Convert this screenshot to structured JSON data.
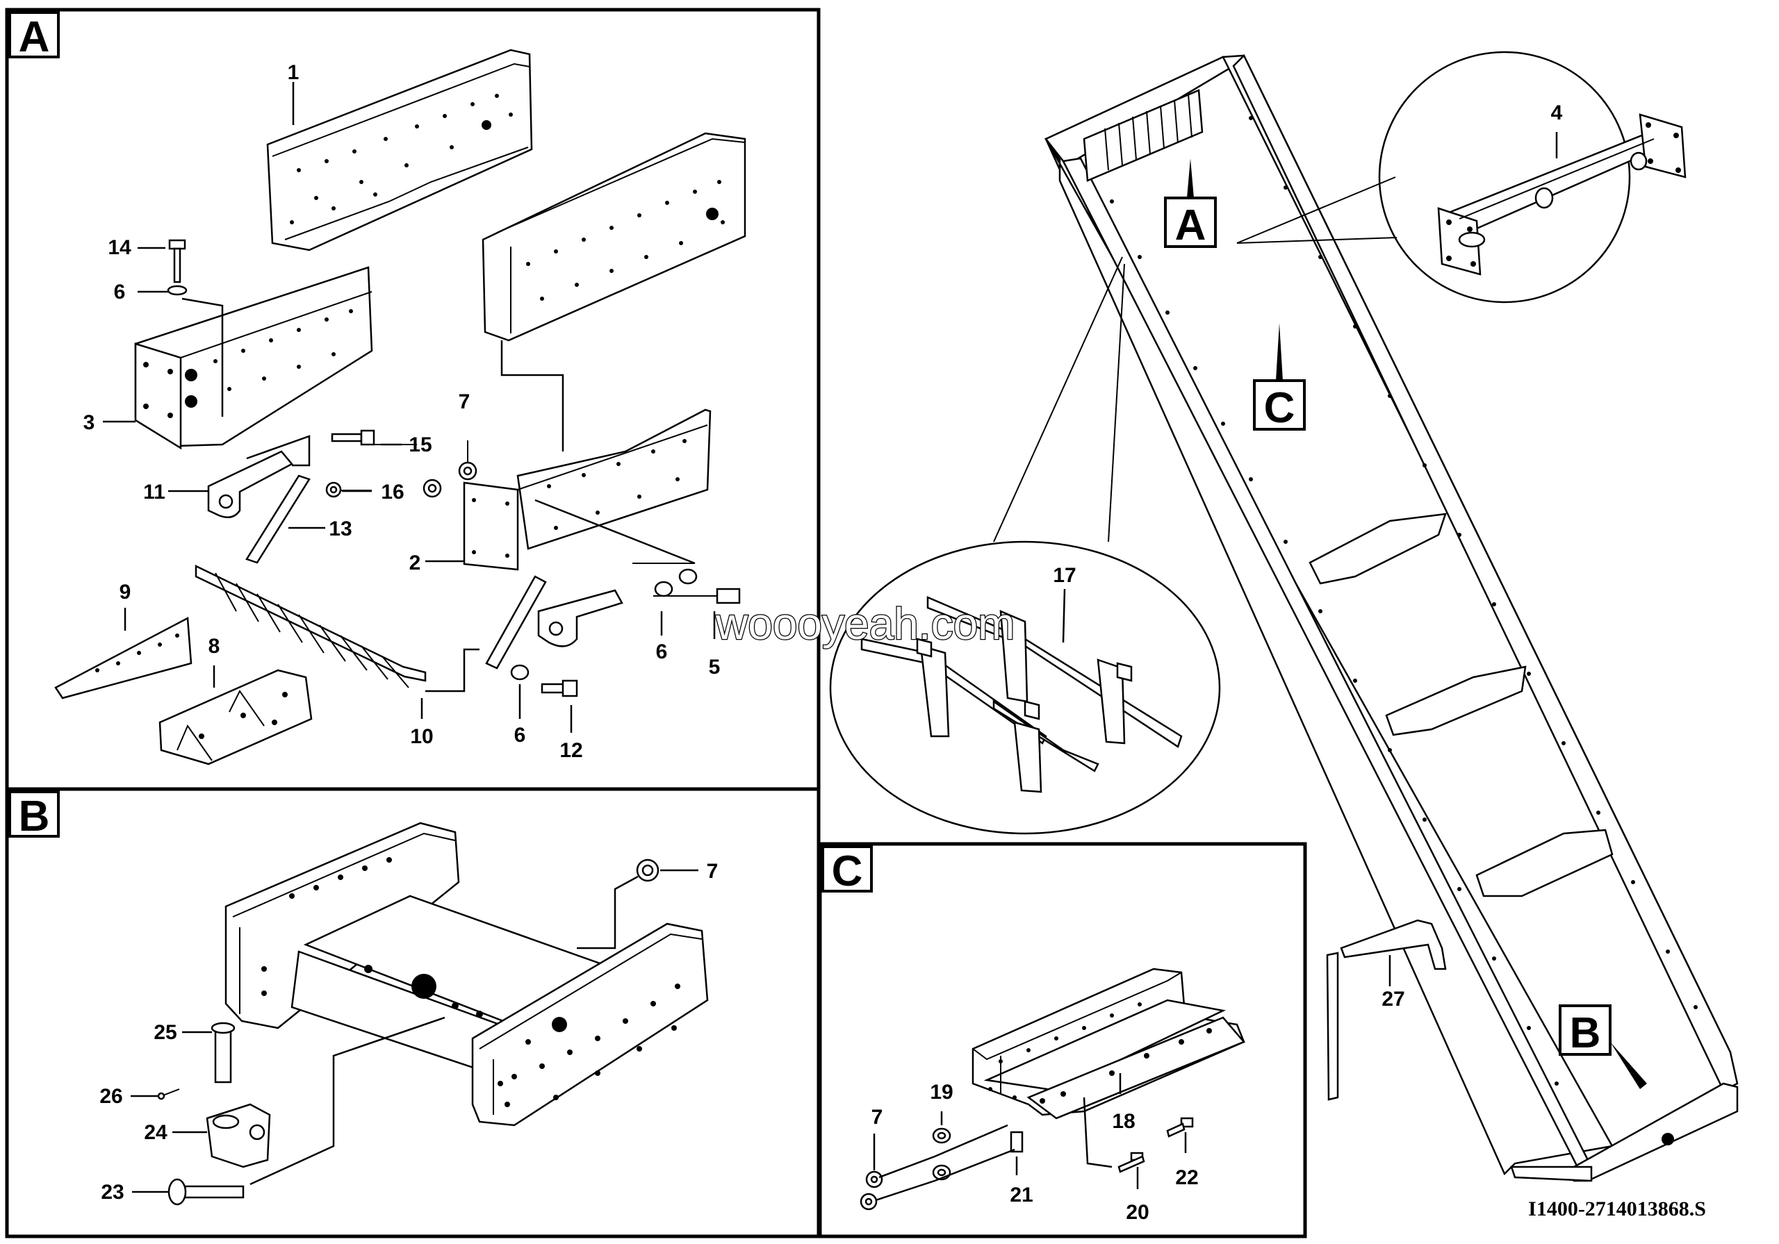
{
  "sections": {
    "a": "A",
    "b": "B",
    "c": "C"
  },
  "callouts": {
    "a": "A",
    "b": "B",
    "c": "C"
  },
  "labels": {
    "p1": "1",
    "p2": "2",
    "p3": "3",
    "p4": "4",
    "p5": "5",
    "p6a": "6",
    "p6b": "6",
    "p6c": "6",
    "p7a": "7",
    "p7b": "7",
    "p7c": "7",
    "p8": "8",
    "p9": "9",
    "p10": "10",
    "p11": "11",
    "p12": "12",
    "p13": "13",
    "p14": "14",
    "p15": "15",
    "p16": "16",
    "p17": "17",
    "p18": "18",
    "p19": "19",
    "p20": "20",
    "p21": "21",
    "p22": "22",
    "p23": "23",
    "p24": "24",
    "p25": "25",
    "p26": "26",
    "p27": "27"
  },
  "watermark": "woooyeah.com",
  "drawing_number": "I1400-2714013868.S"
}
